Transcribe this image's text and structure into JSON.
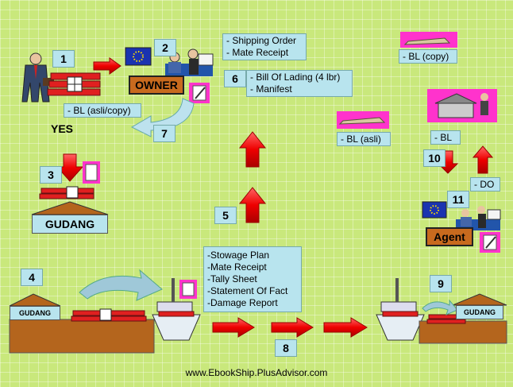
{
  "steps": [
    "1",
    "2",
    "3",
    "4",
    "5",
    "6",
    "7",
    "8",
    "9",
    "10",
    "11"
  ],
  "labels": {
    "owner": "OWNER",
    "agent": "Agent",
    "yes": "YES",
    "gudang_top": "GUDANG",
    "gudang_left": "GUDANG",
    "gudang_right": "GUDANG"
  },
  "docs": {
    "shipping": [
      "- Shipping Order",
      "- Mate Receipt"
    ],
    "bl_manifest": [
      "- Bill Of Lading (4 lbr)",
      "- Manifest"
    ],
    "bl_asli_copy": "- BL (asli/copy)",
    "bl_copy": "- BL (copy)",
    "bl_asli": "- BL (asli)",
    "bl": "- BL",
    "do": "- DO",
    "stowage": [
      "-Stowage Plan",
      "-Mate Receipt",
      "-Tally Sheet",
      "-Statement Of Fact",
      "-Damage Report"
    ]
  },
  "footer": "www.EbookShip.PlusAdvisor.com",
  "colors": {
    "background": "#c9e87c",
    "box": "#b8e4ee",
    "ground": "#b4651d",
    "arrow": "#ee1111",
    "doc_pink": "#ff33cc"
  }
}
